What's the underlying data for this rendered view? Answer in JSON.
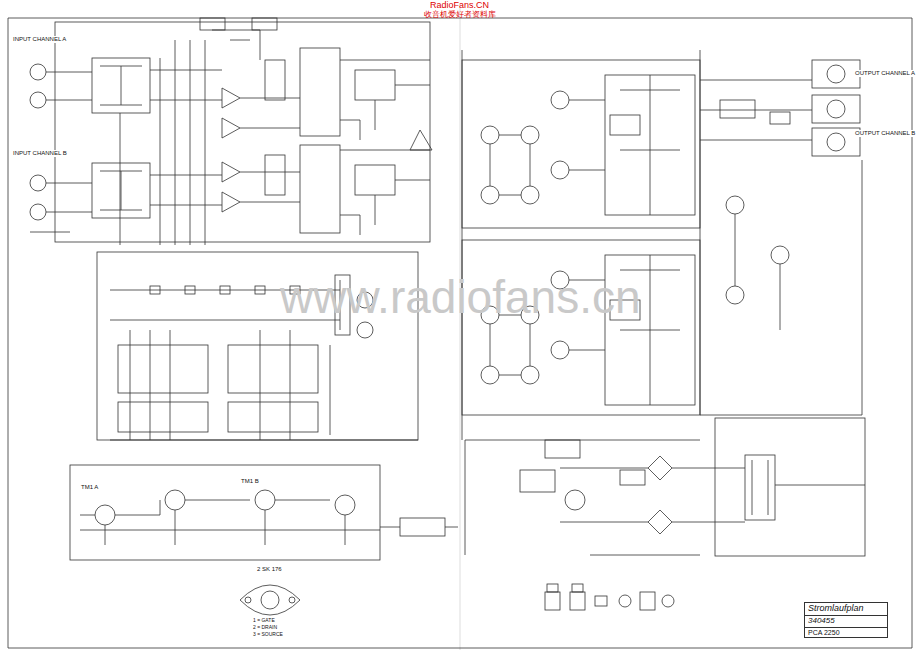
{
  "diagram": {
    "nodes": [
      {
        "text": [
          "Stromlaufplan",
          "340455",
          "PCA 2250"
        ]
      }
    ],
    "labels": [
      "RadioFans.CN",
      "收音机爱好者资料库",
      "www.radiofans.cn",
      "INPUT CHANNEL A",
      "INPUT CHANNEL B",
      "OUTPUT CHANNEL A",
      "OUTPUT CHANNEL B",
      "TM1 A",
      "TM1 B",
      "2 SK 176",
      "1 = GATE",
      "2 = DRAIN",
      "3 = SOURCE"
    ]
  }
}
